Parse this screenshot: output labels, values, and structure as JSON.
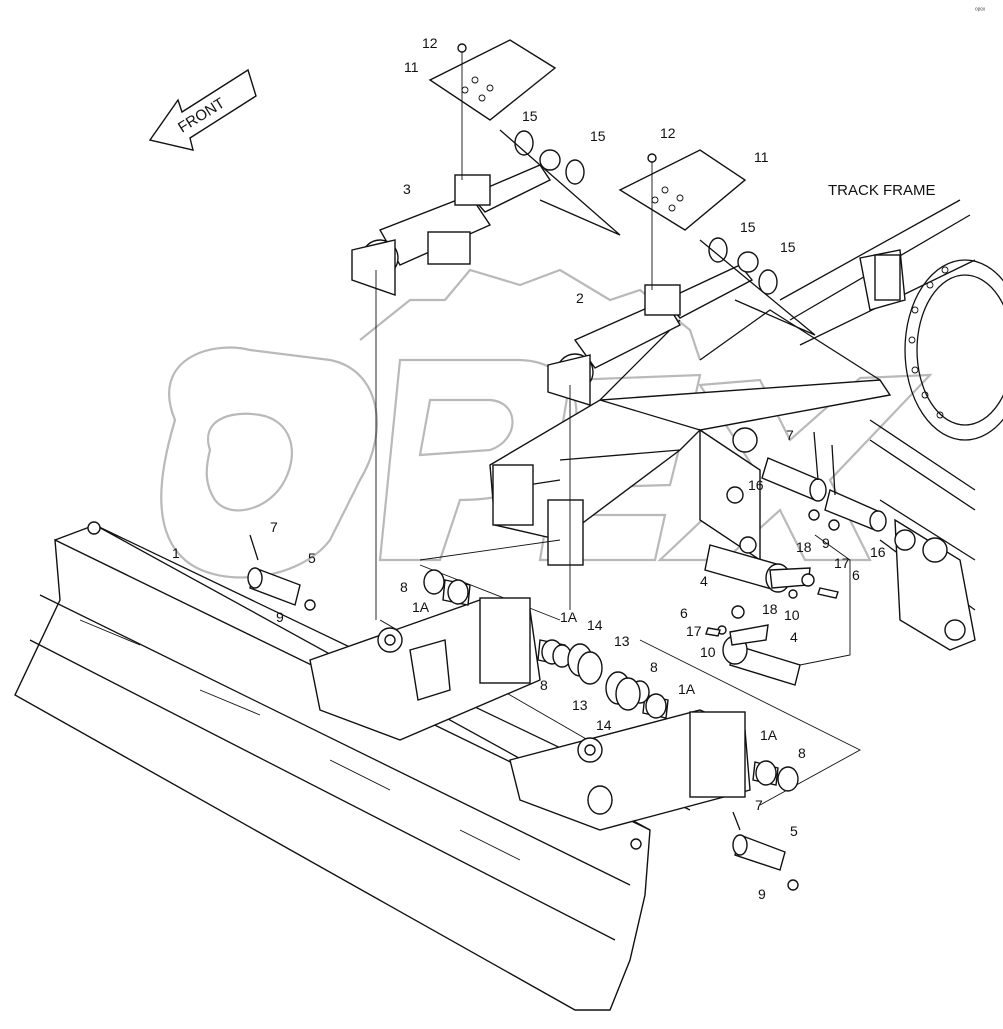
{
  "diagram": {
    "frame_label": "TRACK FRAME",
    "direction_label": "FRONT",
    "watermark": "OPEX",
    "corner_mark": "ᵒᵖᵉˣ",
    "callouts": [
      "1",
      "1A",
      "1A",
      "1A",
      "1A",
      "2",
      "3",
      "4",
      "4",
      "5",
      "5",
      "6",
      "6",
      "7",
      "7",
      "7",
      "8",
      "8",
      "8",
      "8",
      "9",
      "9",
      "9",
      "10",
      "10",
      "11",
      "11",
      "12",
      "12",
      "13",
      "13",
      "14",
      "14",
      "15",
      "15",
      "15",
      "15",
      "16",
      "16",
      "17",
      "17",
      "18",
      "18"
    ]
  }
}
